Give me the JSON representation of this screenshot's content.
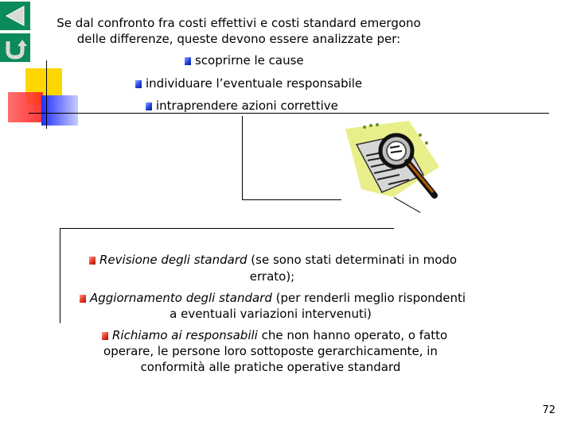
{
  "nav": {
    "back_icon": "triangle-left-icon",
    "return_icon": "u-turn-icon"
  },
  "intro": {
    "line1": "Se dal confronto fra costi effettivi e costi standard emergono",
    "line2": "delle differenze, queste devono essere analizzate per:"
  },
  "purposes": [
    "scoprirne le cause",
    "individuare l’eventuale responsabile",
    "intraprendere azioni correttive"
  ],
  "actions": [
    {
      "em": "Revisione degli standard",
      "rest": " (se sono stati determinati in modo",
      "line2": "errato);"
    },
    {
      "em": "Aggiornamento degli standard",
      "rest": " (per renderli meglio rispondenti",
      "line2": "a eventuali variazioni intervenuti)"
    },
    {
      "em": "Richiamo ai responsabili",
      "rest": " che non hanno operato, o fatto",
      "line2": "operare, le persone loro sottoposte gerarchicamente, in",
      "line3": "conformità alle pratiche operative standard"
    }
  ],
  "slide_number": "72",
  "colors": {
    "nav_green": "#0b8a5a",
    "bullet_blue": "#1d3fd6",
    "bullet_red": "#e0321e",
    "deco_yellow": "#ffd700",
    "deco_red": "#ff3030",
    "deco_blue": "#2030ff"
  },
  "illustration": "magnifying-glass-document-icon"
}
